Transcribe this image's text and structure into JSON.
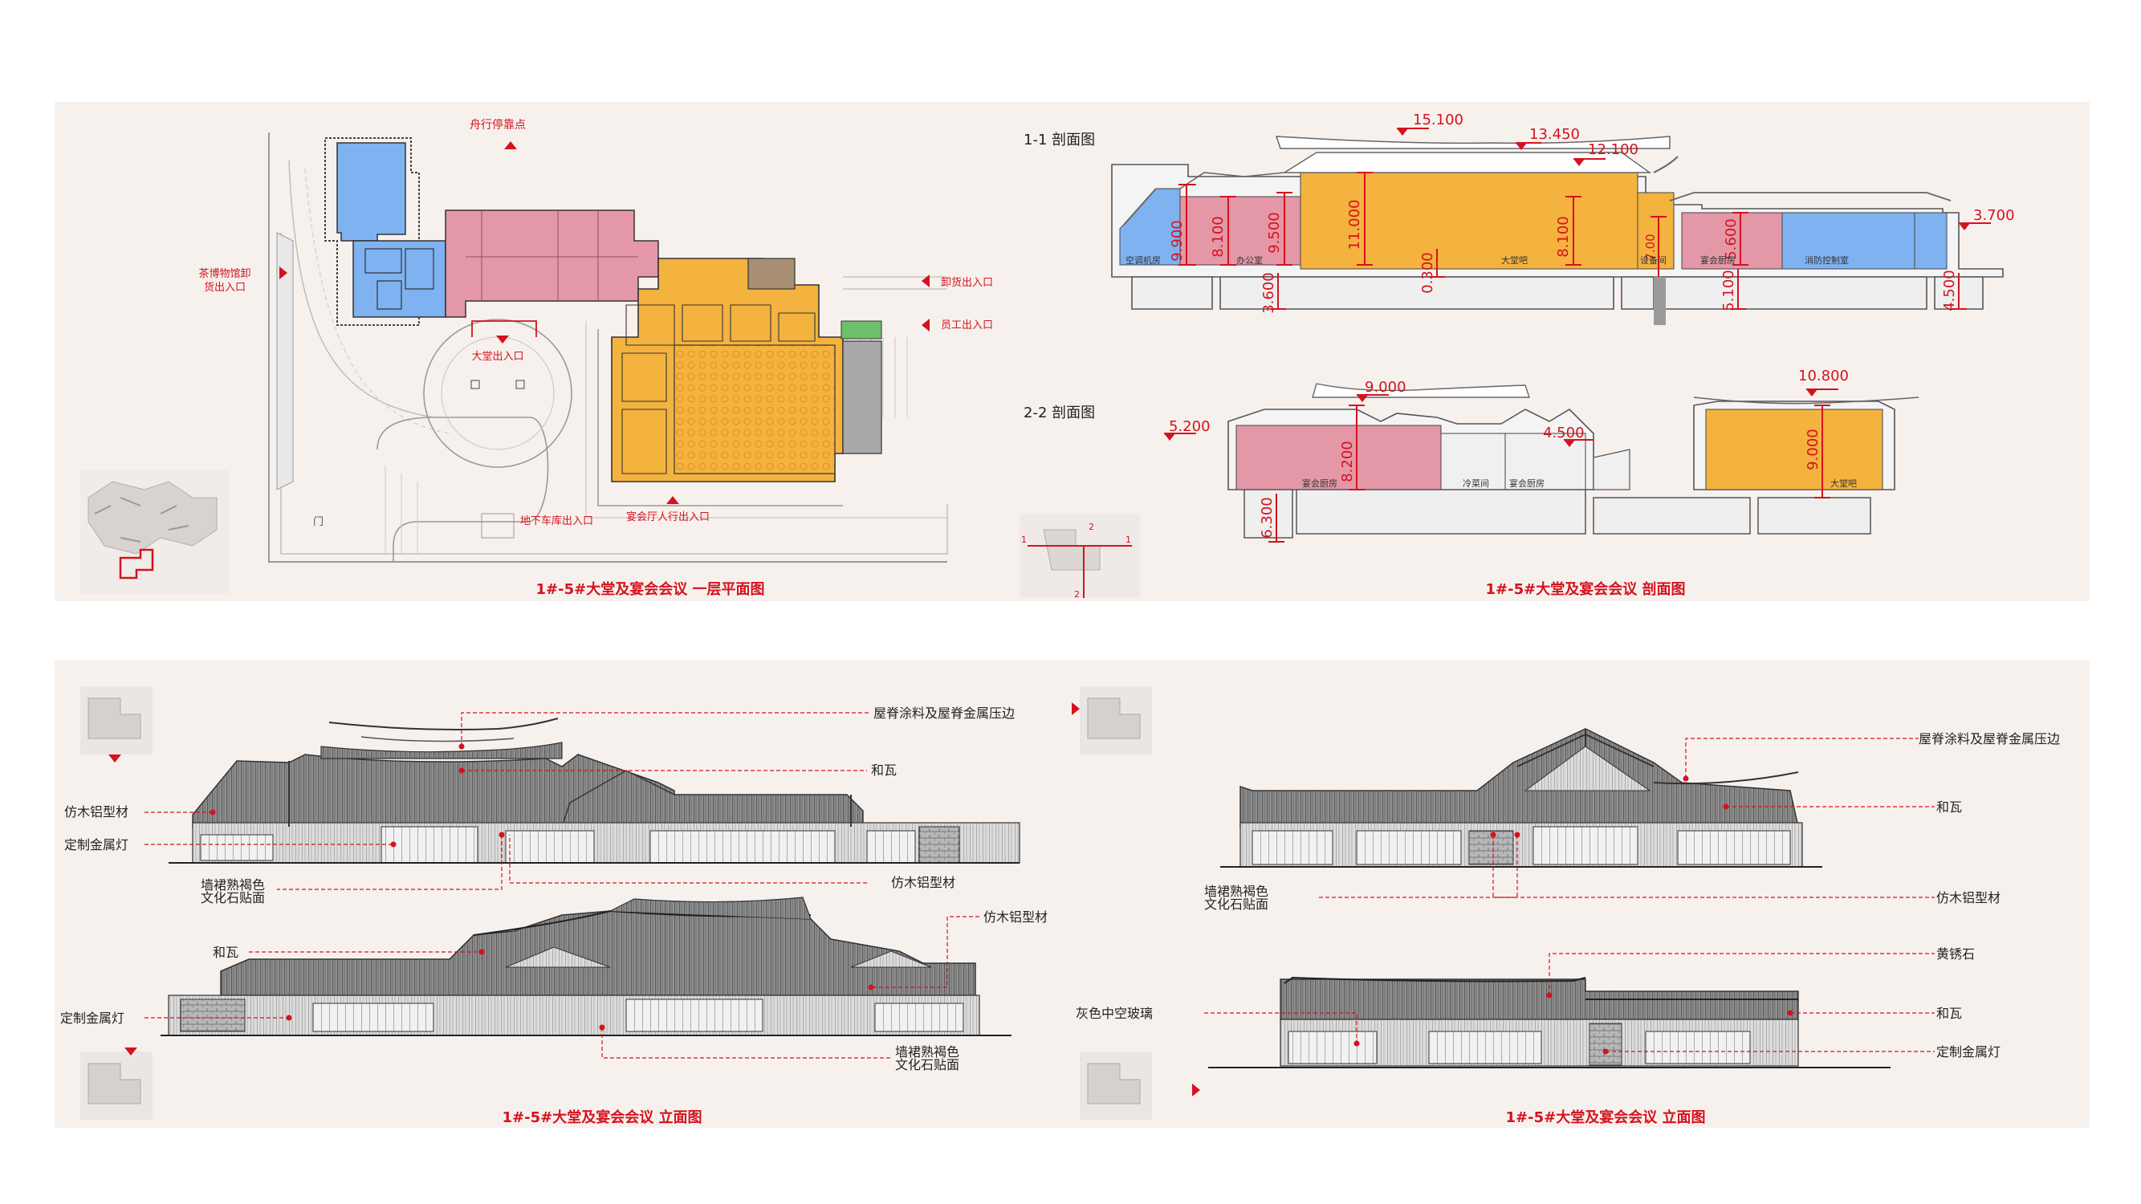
{
  "colors": {
    "accent_red": "#d5121d",
    "panel_bg": "#f7f1ee",
    "zone_blue": "#7fb2f0",
    "zone_pink": "#e498a7",
    "zone_orange": "#f4b23f",
    "zone_brown": "#a88f74",
    "zone_grey": "#a9a9a9",
    "zone_green": "#6fc06a",
    "line_dark": "#4a4a4a"
  },
  "plan": {
    "title": "1#-5#大堂及宴会会议 一层平面图",
    "labels": {
      "boat_stop": "舟行停靠点",
      "tea_museum_1": "茶博物馆卸",
      "tea_museum_2": "货出入口",
      "unload": "卸货出入口",
      "staff": "员工出入口",
      "lobby": "大堂出入口",
      "garage": "地下车库出入口",
      "banquet": "宴会厅人行出入口",
      "door": "门"
    }
  },
  "section": {
    "title": "1#-5#大堂及宴会会议 剖面图",
    "s1_label": "1-1 剖面图",
    "s2_label": "2-2 剖面图",
    "s1_elev": [
      "15.100",
      "13.450",
      "12.100",
      "3.700"
    ],
    "s1_heights": [
      "9.900",
      "8.100",
      "9.500",
      "11.000",
      "0.300",
      "8.100",
      "7.00",
      "5.600",
      "3.600",
      "5.100",
      "4.500"
    ],
    "s1_rooms": [
      "空调机房",
      "办公室",
      "大堂吧",
      "设备间",
      "宴会厨房",
      "消防控制室"
    ],
    "s2_elev": [
      "9.000",
      "5.200",
      "10.800",
      "4.500"
    ],
    "s2_heights": [
      "8.200",
      "6.300",
      "9.000"
    ],
    "s2_rooms": [
      "宴会厨房",
      "冷菜间",
      "宴会厨房",
      "大堂吧"
    ],
    "key_marks": [
      "1",
      "1",
      "2",
      "2"
    ]
  },
  "elev_left": {
    "title": "1#-5#大堂及宴会会议 立面图",
    "labels": {
      "ridge": "屋脊涂料及屋脊金属压边",
      "tile": "和瓦",
      "wood_alu": "仿木铝型材",
      "lamp": "定制金属灯",
      "skirt1": "墙裙熟褐色",
      "skirt2": "文化石贴面",
      "wood_alu2": "仿木铝型材",
      "wood_alu3": "仿木铝型材",
      "tile2": "和瓦",
      "lamp2": "定制金属灯",
      "skirt3": "墙裙熟褐色",
      "skirt4": "文化石贴面"
    }
  },
  "elev_right": {
    "title": "1#-5#大堂及宴会会议 立面图",
    "labels": {
      "ridge": "屋脊涂料及屋脊金属压边",
      "tile": "和瓦",
      "skirt1": "墙裙熟褐色",
      "skirt2": "文化石贴面",
      "wood_alu": "仿木铝型材",
      "stone": "黄锈石",
      "glass": "灰色中空玻璃",
      "tile2": "和瓦",
      "lamp": "定制金属灯"
    }
  }
}
